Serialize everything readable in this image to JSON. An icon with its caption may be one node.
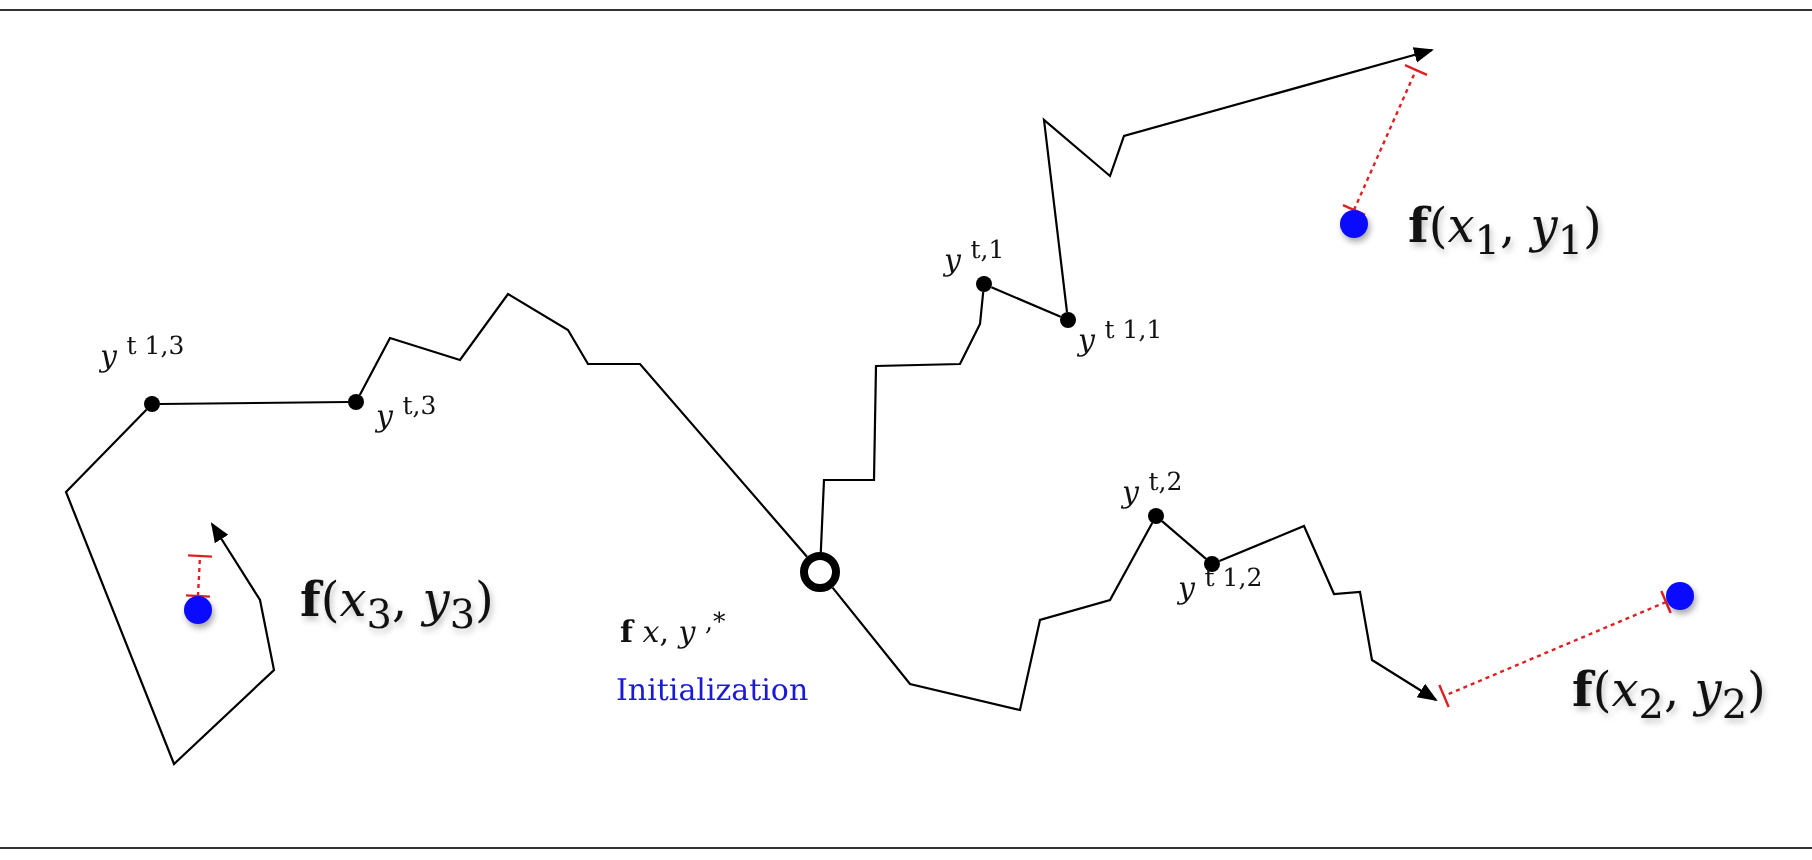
{
  "diagram": {
    "nodes": [
      {
        "text": [],
        "shape": "circle",
        "beside": [
          "**f** *x*, *y* $^{,*}$",
          "Initialization"
        ]
      },
      {
        "text": [],
        "shape": "circle",
        "beside": [
          "*y* $^{t,3}$"
        ]
      },
      {
        "text": [],
        "shape": "circle",
        "beside": [
          "*y* $^{t   1,3}$"
        ]
      },
      {
        "text": [],
        "shape": "circle",
        "beside": [
          "*y* $^{t,1}$"
        ]
      },
      {
        "text": [],
        "shape": "circle",
        "beside": [
          "*y* $^{t   1,1}$"
        ]
      },
      {
        "text": [],
        "shape": "circle",
        "beside": [
          "*y* $^{t,2}$"
        ]
      },
      {
        "text": [],
        "shape": "circle",
        "beside": [
          "*y* $^{t   1,2}$"
        ]
      },
      {
        "text": [],
        "shape": "circle",
        "beside": [
          "**f**(*x*$_{1}$, *y*$_{1}$)"
        ]
      },
      {
        "text": [],
        "shape": "circle",
        "beside": [
          "**f**(*x*$_{2}$, *y*$_{2}$)"
        ]
      },
      {
        "text": [],
        "shape": "circle",
        "beside": [
          "**f**(*x*$_{3}$, *y*$_{3}$)"
        ]
      }
    ],
    "edges": [
      {
        "from": 0,
        "to": 1,
        "arrow": "none"
      },
      {
        "from": 1,
        "to": 2,
        "arrow": "none"
      },
      {
        "from": 2,
        "to": null,
        "arrow": "to"
      },
      {
        "from": 0,
        "to": 3,
        "arrow": "none"
      },
      {
        "from": 3,
        "to": 4,
        "arrow": "none"
      },
      {
        "from": 4,
        "to": null,
        "arrow": "to"
      },
      {
        "from": 0,
        "to": 5,
        "arrow": "none"
      },
      {
        "from": 5,
        "to": 6,
        "arrow": "none"
      },
      {
        "from": 6,
        "to": null,
        "arrow": "to"
      }
    ]
  }
}
